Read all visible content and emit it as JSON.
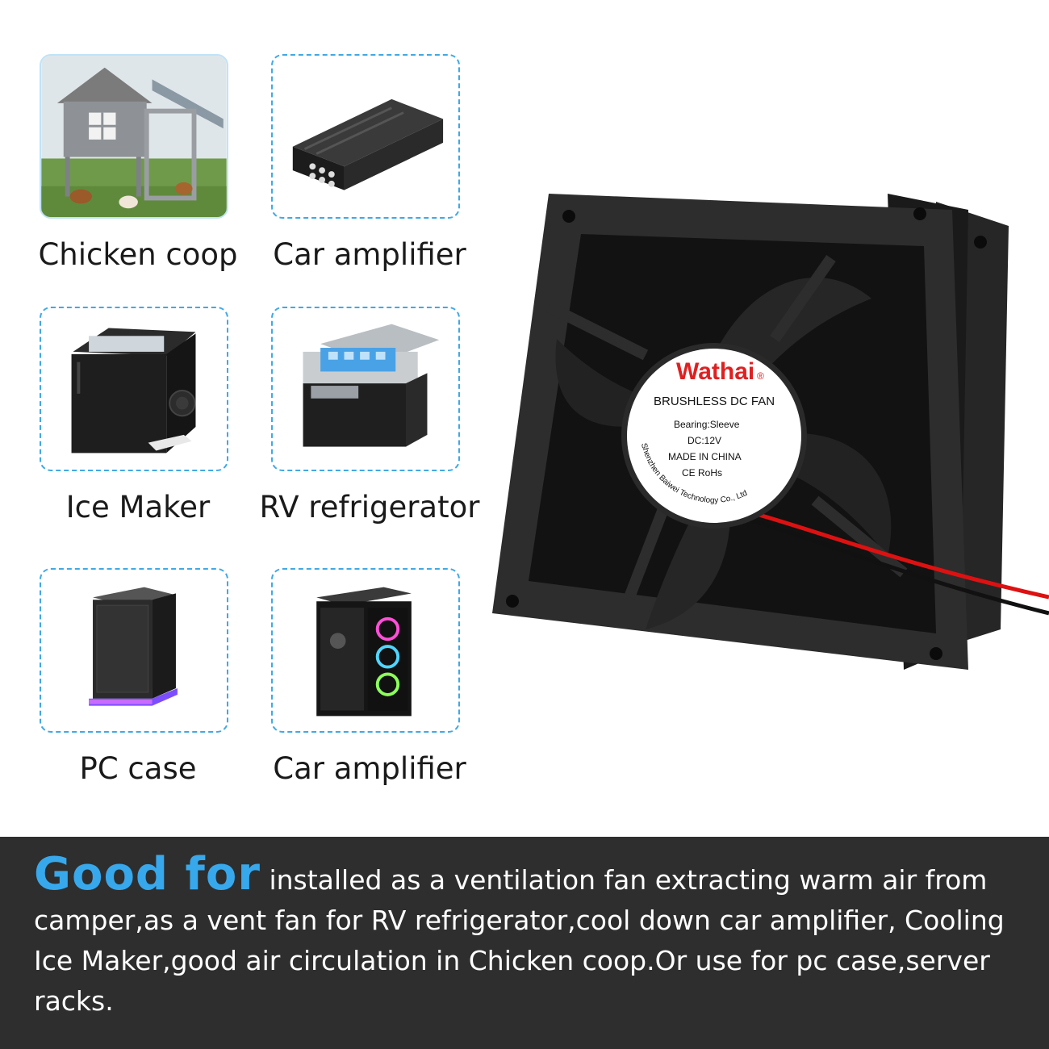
{
  "applications": [
    {
      "label": "Chicken coop",
      "icon": "chicken-coop-image"
    },
    {
      "label": "Car amplifier",
      "icon": "car-amplifier-image"
    },
    {
      "label": "Ice Maker",
      "icon": "ice-maker-image"
    },
    {
      "label": "RV refrigerator",
      "icon": "rv-refrigerator-image"
    },
    {
      "label": "PC case",
      "icon": "pc-case-image"
    },
    {
      "label": "Car amplifier",
      "icon": "car-amplifier-image"
    }
  ],
  "fan_label": {
    "brand": "Wathai",
    "registered": "®",
    "type": "BRUSHLESS DC FAN",
    "bearing": "Bearing:Sleeve",
    "voltage": "DC:12V",
    "origin": "MADE IN CHINA",
    "certs": "CE RoHs",
    "maker": "Shenzhen Baiwei Technology Co., Ltd"
  },
  "banner": {
    "highlight": "Good for",
    "text": "installed as a ventilation fan extracting warm air from camper,as a vent fan for RV refrigerator,cool down car amplifier, Cooling Ice Maker,good air circulation in Chicken coop.Or use for pc case,server racks."
  },
  "colors": {
    "accent": "#37a8ec",
    "dashed_border": "#3fa9e6",
    "banner_bg": "#2e2e2e",
    "brand_red": "#e02020"
  }
}
